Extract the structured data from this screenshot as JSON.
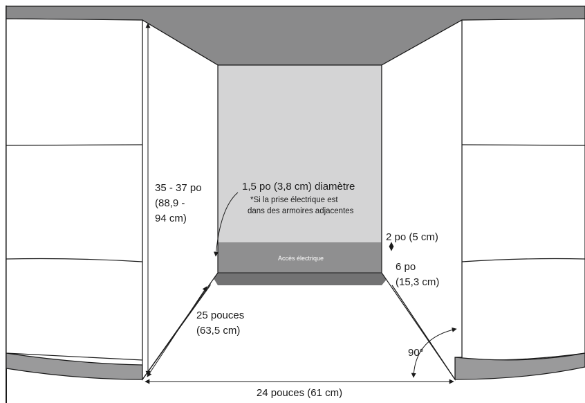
{
  "labels": {
    "height": [
      "35 - 37 po",
      "(88,9 -",
      "94 cm)"
    ],
    "hole_diameter": "1,5 po (3,8 cm) diamètre",
    "outlet_note": [
      "*Si la prise électrique est",
      "dans des armoires adjacentes"
    ],
    "electrical_access": "Accès électrique",
    "top_offset": "2 po (5 cm)",
    "access_height": [
      "6 po",
      "(15,3 cm)"
    ],
    "depth": [
      "25 pouces",
      "(63,5 cm)"
    ],
    "angle": "90°",
    "width": "24 pouces (61 cm)"
  },
  "colors": {
    "countertop": "#8a8a8b",
    "back_wall": "#d4d4d5",
    "access_band": "#8f8f90",
    "access_floor": "#727273",
    "cabinet_fill": "#ffffff",
    "toe_kick": "#9a9a9b",
    "line": "#1a1a1a"
  }
}
